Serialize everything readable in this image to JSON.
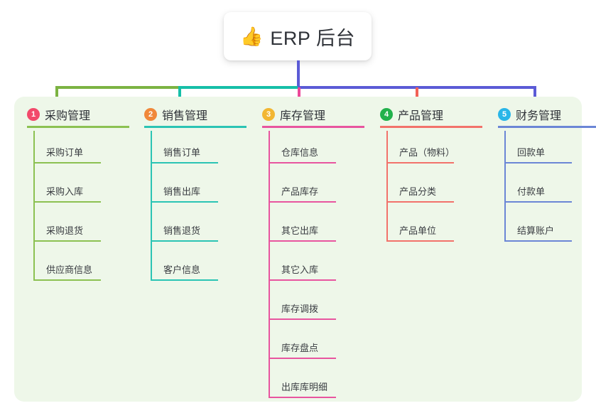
{
  "title": {
    "emoji": "👍",
    "emoji_name": "thumbs-up-icon",
    "text": "ERP 后台"
  },
  "colors": {
    "panel_bg": "#eef7e9",
    "page_bg": "#ffffff",
    "stem": "#5b5bd6",
    "text": "#2f3238"
  },
  "columns": [
    {
      "number": "1",
      "title": "采购管理",
      "badge_color": "#f2496b",
      "line_color": "#8cc152",
      "items": [
        "采购订单",
        "采购入库",
        "采购退货",
        "供应商信息"
      ]
    },
    {
      "number": "2",
      "title": "销售管理",
      "badge_color": "#f0883a",
      "line_color": "#2bc4b4",
      "items": [
        "销售订单",
        "销售出库",
        "销售退货",
        "客户信息"
      ]
    },
    {
      "number": "3",
      "title": "库存管理",
      "badge_color": "#f2b632",
      "line_color": "#e8559f",
      "items": [
        "仓库信息",
        "产品库存",
        "其它出库",
        "其它入库",
        "库存调拨",
        "库存盘点",
        "出库库明细"
      ]
    },
    {
      "number": "4",
      "title": "产品管理",
      "badge_color": "#22b14c",
      "line_color": "#f2726b",
      "items": [
        "产品（物料）",
        "产品分类",
        "产品单位"
      ]
    },
    {
      "number": "5",
      "title": "财务管理",
      "badge_color": "#29b6e8",
      "line_color": "#6b86d6",
      "items": [
        "回款单",
        "付款单",
        "结算账户"
      ]
    }
  ],
  "connectors": {
    "segments": [
      {
        "name": "segment-green",
        "color": "#7cb342"
      },
      {
        "name": "segment-teal",
        "color": "#16bfa8"
      },
      {
        "name": "segment-purple",
        "color": "#5b5bd6"
      }
    ],
    "stubs": [
      "#7cb342",
      "#16bfa8",
      "#ec4899",
      "#f26157",
      "#5b5bd6"
    ]
  }
}
